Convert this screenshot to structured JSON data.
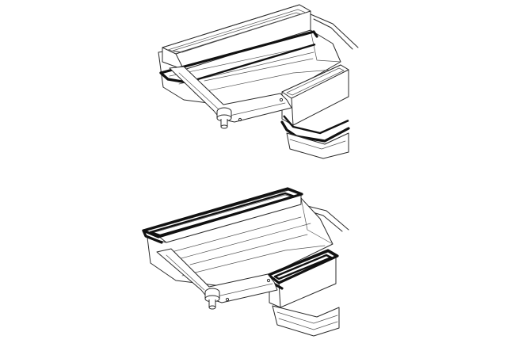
{
  "figure": {
    "panels": [
      {
        "id": "top",
        "gasket_highlight": "lower-seal"
      },
      {
        "id": "bottom",
        "gasket_highlight": "upper-rim"
      }
    ],
    "colors": {
      "background": "#ffffff",
      "line": "#2b2b2b",
      "gasket": "#111111",
      "shade": "#eeeeee"
    }
  }
}
